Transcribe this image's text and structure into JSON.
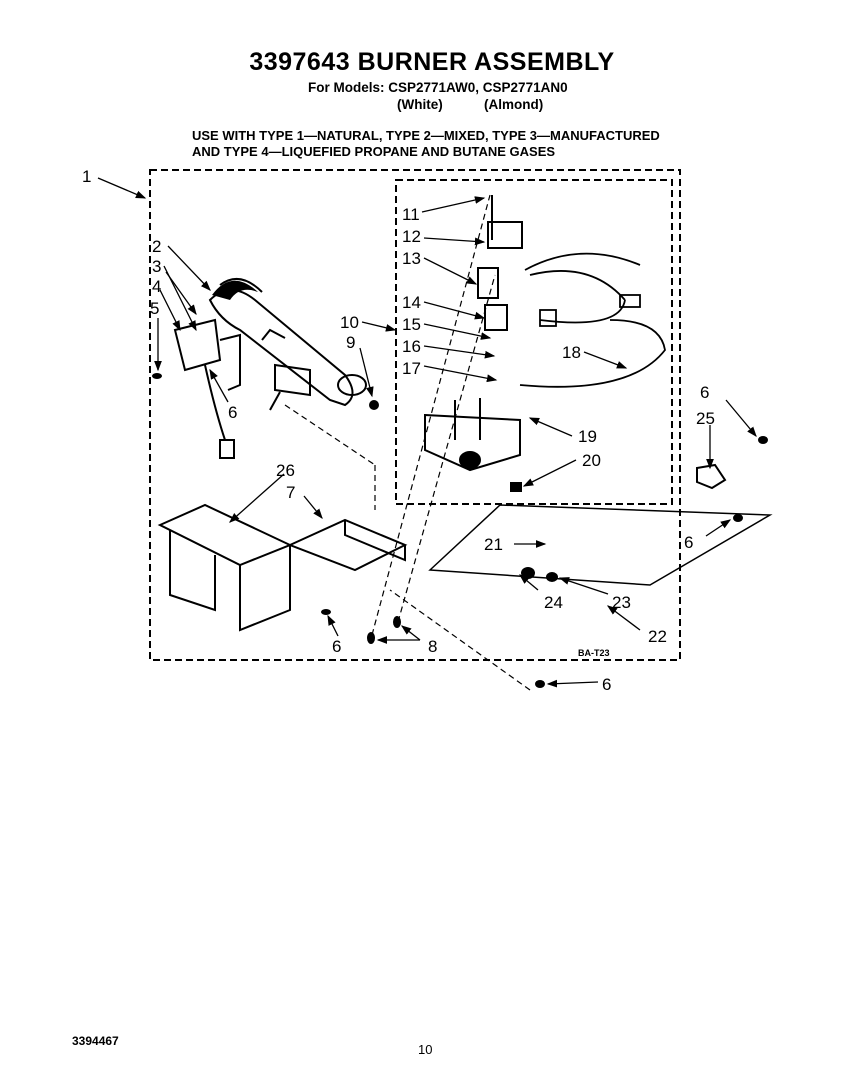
{
  "header": {
    "title": "3397643 BURNER ASSEMBLY",
    "models": "For Models: CSP2771AW0, CSP2771AN0",
    "color_white": "(White)",
    "color_almond": "(Almond)",
    "gas_line1": "USE WITH TYPE 1—NATURAL, TYPE 2—MIXED, TYPE 3—MANUFACTURED",
    "gas_line2": "AND TYPE 4—LIQUEFIED PROPANE AND BUTANE GASES"
  },
  "callouts": [
    "1",
    "2",
    "3",
    "4",
    "5",
    "6",
    "6",
    "6",
    "6",
    "6",
    "7",
    "8",
    "9",
    "10",
    "11",
    "12",
    "13",
    "14",
    "15",
    "16",
    "17",
    "18",
    "19",
    "20",
    "21",
    "22",
    "23",
    "24",
    "25",
    "26"
  ],
  "diagram_code": "BA-T23",
  "footer": {
    "doc_number": "3394467",
    "page_number": "10"
  }
}
